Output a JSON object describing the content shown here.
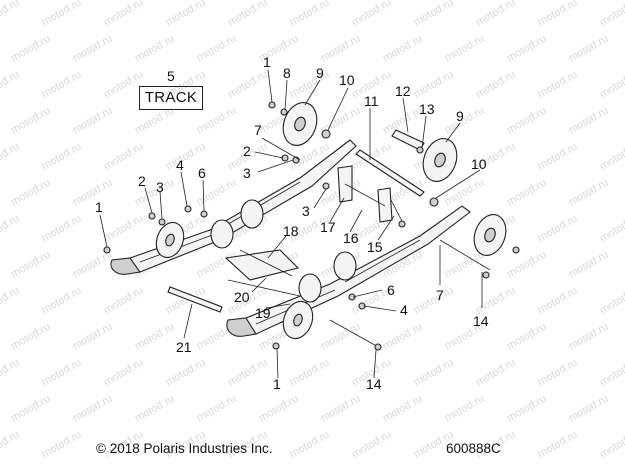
{
  "diagram": {
    "track_label": "TRACK",
    "copyright": "© 2018 Polaris Industries Inc.",
    "part_number": "600888C",
    "watermark": "motod.ru",
    "callouts": [
      "1",
      "1",
      "1",
      "2",
      "2",
      "3",
      "3",
      "3",
      "4",
      "4",
      "5",
      "6",
      "6",
      "7",
      "7",
      "8",
      "9",
      "9",
      "10",
      "10",
      "11",
      "12",
      "13",
      "14",
      "14",
      "15",
      "16",
      "17",
      "18",
      "19",
      "20",
      "21"
    ]
  }
}
